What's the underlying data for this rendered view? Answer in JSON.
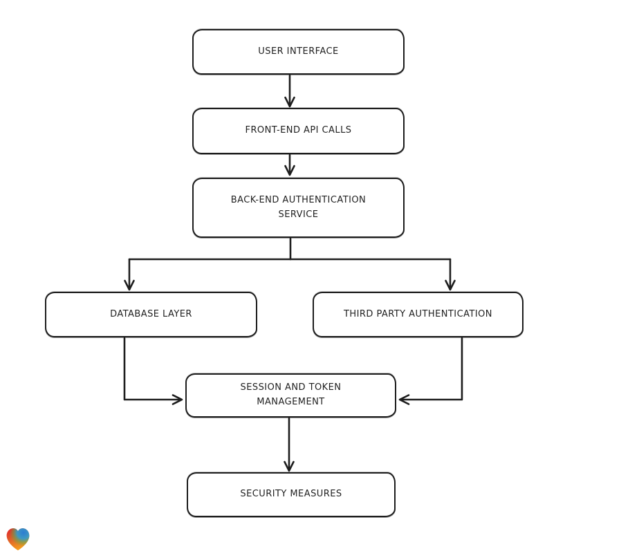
{
  "diagram": {
    "type": "flowchart",
    "style": "hand-drawn",
    "background": "#ffffff",
    "stroke_color": "#1d1d1d",
    "node_fill": "#ffffff",
    "nodes": [
      {
        "id": "user-interface",
        "label": "USER INTERFACE"
      },
      {
        "id": "frontend-api-calls",
        "label": "FRONT-END API CALLS"
      },
      {
        "id": "backend-auth-service",
        "label": "BACK-END AUTHENTICATION SERVICE"
      },
      {
        "id": "database-layer",
        "label": "DATABASE LAYER"
      },
      {
        "id": "third-party-auth",
        "label": "THIRD PARTY AUTHENTICATION"
      },
      {
        "id": "session-token-management",
        "label": "SESSION AND TOKEN MANAGEMENT"
      },
      {
        "id": "security-measures",
        "label": "SECURITY MEASURES"
      }
    ],
    "edges": [
      {
        "from": "user-interface",
        "to": "frontend-api-calls"
      },
      {
        "from": "frontend-api-calls",
        "to": "backend-auth-service"
      },
      {
        "from": "backend-auth-service",
        "to": "database-layer"
      },
      {
        "from": "backend-auth-service",
        "to": "third-party-auth"
      },
      {
        "from": "database-layer",
        "to": "session-token-management"
      },
      {
        "from": "third-party-auth",
        "to": "session-token-management"
      },
      {
        "from": "session-token-management",
        "to": "security-measures"
      }
    ]
  },
  "logo": {
    "name": "gradient-heart-logo",
    "colors": [
      "#e3242b",
      "#f6a21d",
      "#2d7dd2",
      "#4fae53"
    ]
  }
}
